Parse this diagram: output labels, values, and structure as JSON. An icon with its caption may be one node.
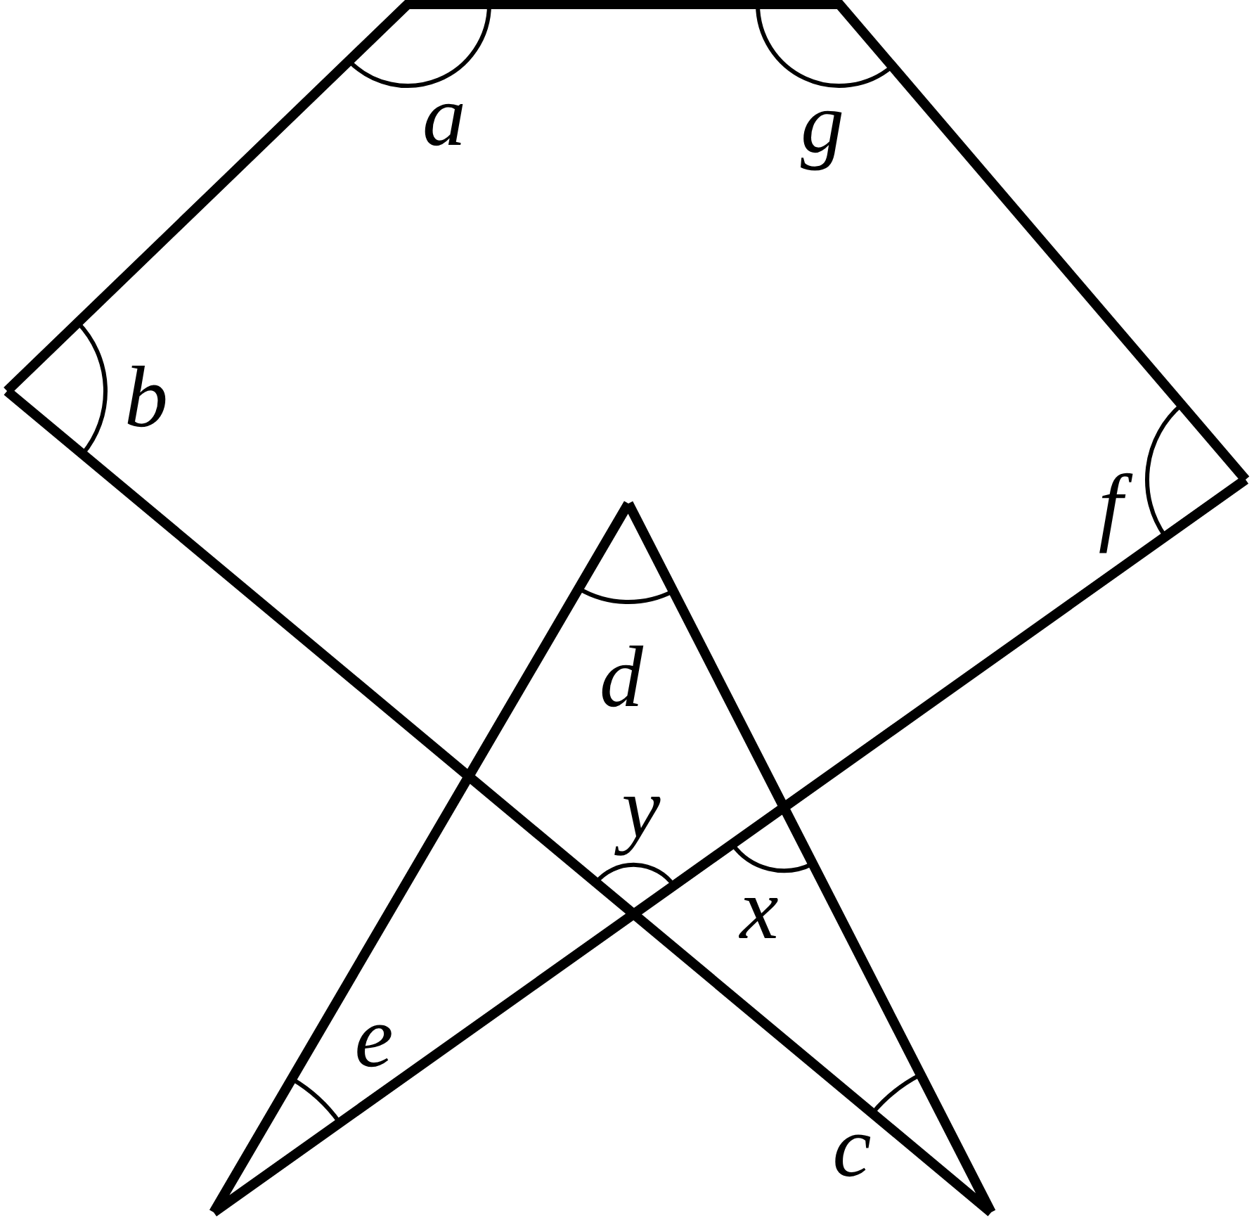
{
  "diagram": {
    "labels": [
      "a",
      "g",
      "b",
      "f",
      "d",
      "y",
      "x",
      "e",
      "c"
    ]
  }
}
